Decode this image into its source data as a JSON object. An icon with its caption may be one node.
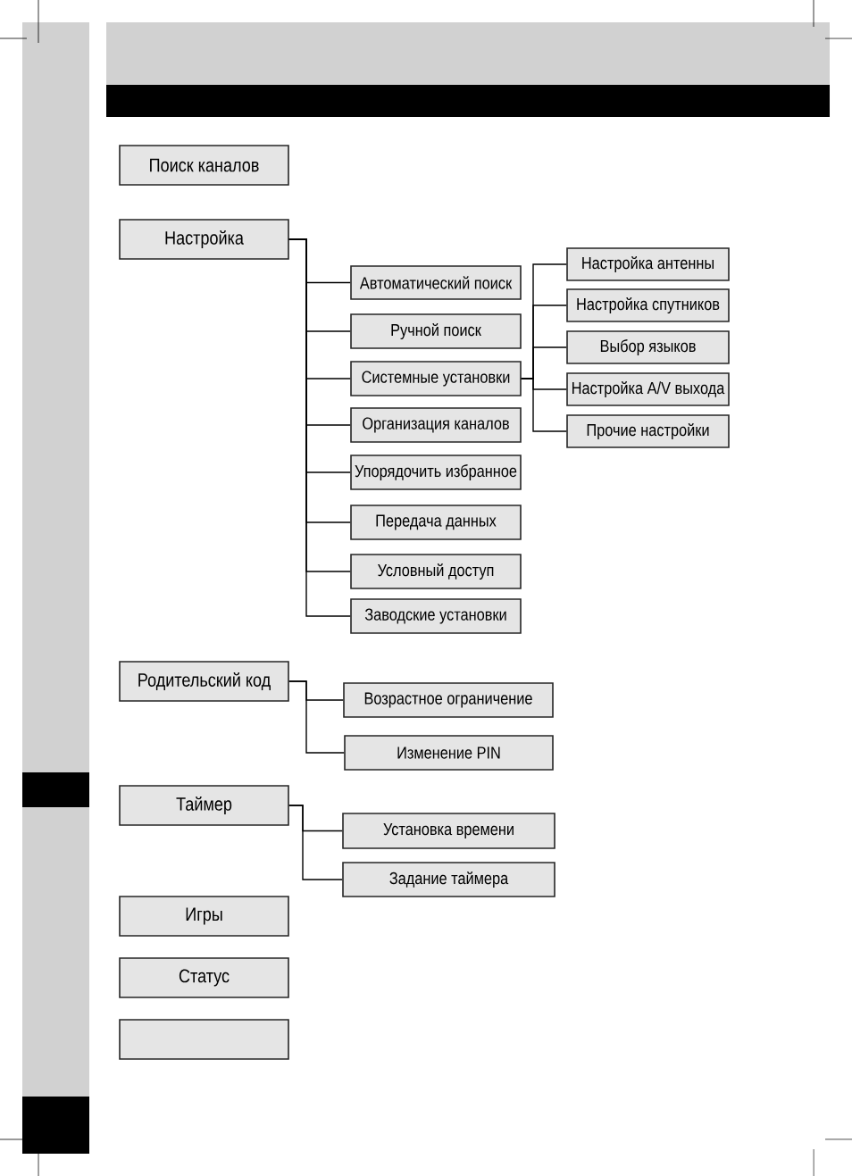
{
  "diagram": {
    "nodes": [
      {
        "text": [
          "Поиск каналов"
        ]
      },
      {
        "text": [
          "Настройка"
        ]
      },
      {
        "text": [
          "Автоматический поиск"
        ]
      },
      {
        "text": [
          "Ручной поиск"
        ]
      },
      {
        "text": [
          "Системные установки"
        ]
      },
      {
        "text": [
          "Организация каналов"
        ]
      },
      {
        "text": [
          "Упорядочить избранное"
        ]
      },
      {
        "text": [
          "Передача данных"
        ]
      },
      {
        "text": [
          "Условный доступ"
        ]
      },
      {
        "text": [
          "Заводские установки"
        ]
      },
      {
        "text": [
          "Настройка антенны"
        ]
      },
      {
        "text": [
          "Настройка спутников"
        ]
      },
      {
        "text": [
          "Выбор языков"
        ]
      },
      {
        "text": [
          "Настройка A/V выхода"
        ]
      },
      {
        "text": [
          "Прочие настройки"
        ]
      },
      {
        "text": [
          "Родительский код"
        ]
      },
      {
        "text": [
          "Возрастное ограничение"
        ]
      },
      {
        "text": [
          "Изменение PIN"
        ]
      },
      {
        "text": [
          "Таймер"
        ]
      },
      {
        "text": [
          "Установка времени"
        ]
      },
      {
        "text": [
          "Задание таймера"
        ]
      },
      {
        "text": [
          "Игры"
        ]
      },
      {
        "text": [
          "Статус"
        ]
      },
      {
        "text": [],
        "shape": "box"
      }
    ],
    "edges": [
      {
        "from": 1,
        "to": 2,
        "arrow": "none"
      },
      {
        "from": 1,
        "to": 3,
        "arrow": "none"
      },
      {
        "from": 1,
        "to": 4,
        "arrow": "none"
      },
      {
        "from": 1,
        "to": 5,
        "arrow": "none"
      },
      {
        "from": 1,
        "to": 6,
        "arrow": "none"
      },
      {
        "from": 1,
        "to": 7,
        "arrow": "none"
      },
      {
        "from": 1,
        "to": 8,
        "arrow": "none"
      },
      {
        "from": 1,
        "to": 9,
        "arrow": "none"
      },
      {
        "from": 4,
        "to": 10,
        "arrow": "none"
      },
      {
        "from": 4,
        "to": 11,
        "arrow": "none"
      },
      {
        "from": 4,
        "to": 12,
        "arrow": "none"
      },
      {
        "from": 4,
        "to": 13,
        "arrow": "none"
      },
      {
        "from": 4,
        "to": 14,
        "arrow": "none"
      },
      {
        "from": 15,
        "to": 16,
        "arrow": "none"
      },
      {
        "from": 15,
        "to": 17,
        "arrow": "none"
      },
      {
        "from": 18,
        "to": 19,
        "arrow": "none"
      },
      {
        "from": 18,
        "to": 20,
        "arrow": "none"
      }
    ]
  }
}
